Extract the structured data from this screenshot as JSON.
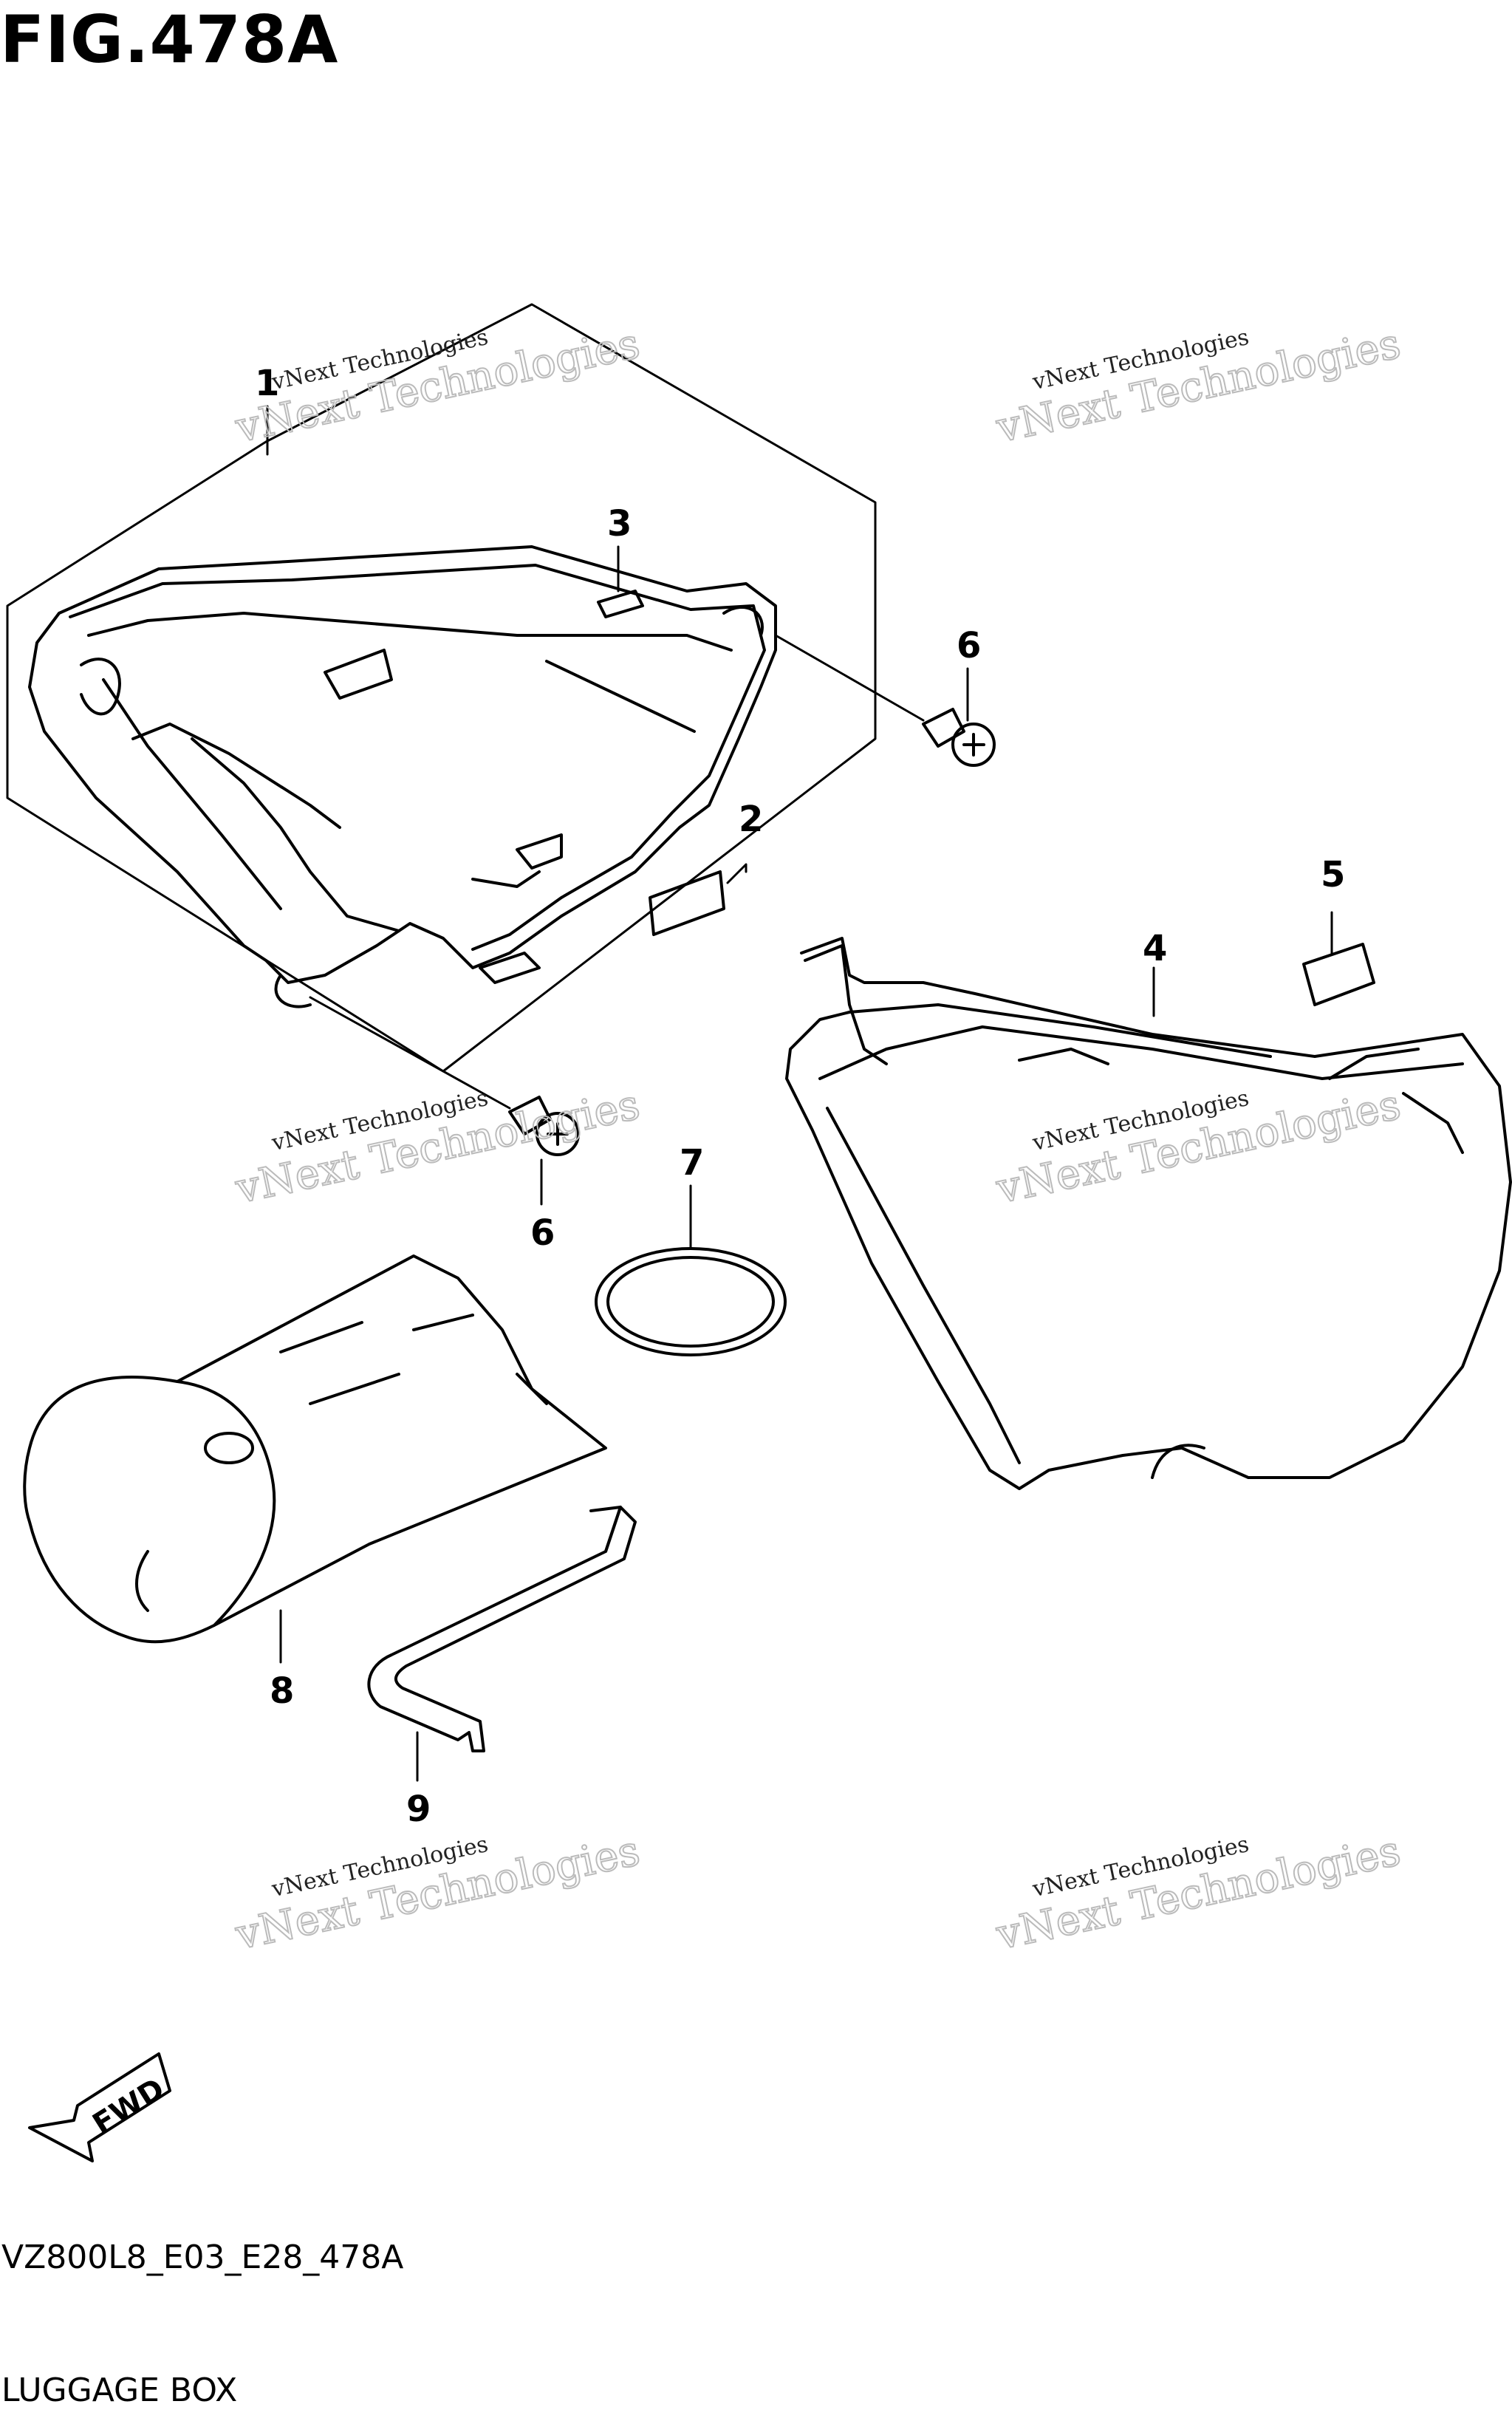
{
  "figure": {
    "title": "FIG.478A",
    "code": "VZ800L8_E03_E28_478A",
    "name": "LUGGAGE BOX"
  },
  "watermark": {
    "line1": "vNext Technologies",
    "line2": "vNext Technologies"
  },
  "callouts": [
    "1",
    "2",
    "3",
    "4",
    "5",
    "6",
    "6",
    "7",
    "8",
    "9"
  ],
  "fwd_label": "FWD"
}
